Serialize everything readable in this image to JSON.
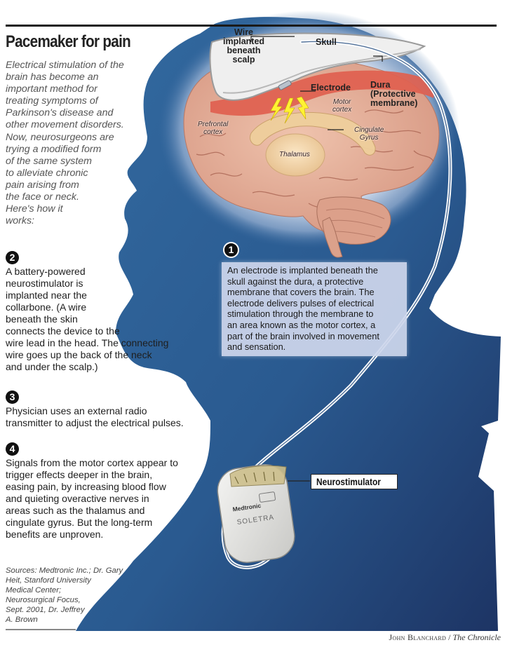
{
  "header": {
    "title": "Pacemaker for pain"
  },
  "intro": {
    "lines": [
      "Electrical stimulation of the",
      "brain has become an",
      "important method for",
      "treating symptoms of",
      "Parkinson's disease and",
      "other movement disorders.",
      "Now, neurosurgeons are",
      "trying a modified form",
      "of the same system",
      "to alleviate chronic",
      "pain arising from",
      "the face or neck.",
      "Here's how it",
      "works:"
    ]
  },
  "steps": [
    {
      "number": "1",
      "lines": [
        "An electrode is implanted beneath the",
        "skull against the dura, a protective",
        "membrane that covers the brain. The",
        "electrode delivers pulses of electrical",
        "stimulation through the membrane to",
        "an area known as the motor cortex, a",
        "part of the brain involved in movement",
        "and sensation."
      ]
    },
    {
      "number": "2",
      "lines": [
        "A battery-powered",
        "neurostimulator is",
        "implanted near the",
        "collarbone. (A wire",
        "beneath the skin",
        "connects the device to the",
        "wire lead in the head. The connecting",
        "wire goes up the back of the neck",
        "and under the scalp.)"
      ]
    },
    {
      "number": "3",
      "lines": [
        "Physician uses an external radio",
        "transmitter to adjust the electrical pulses."
      ]
    },
    {
      "number": "4",
      "lines": [
        "Signals from the motor cortex appear to",
        "trigger effects deeper in the brain,",
        "easing pain, by increasing blood flow",
        "and quieting overactive nerves in",
        "areas such as the thalamus and",
        "cingulate gyrus. But the long-term",
        "benefits are unproven."
      ]
    }
  ],
  "anatomy_labels": {
    "wire": [
      "Wire",
      "implanted",
      "beneath",
      "scalp"
    ],
    "skull": "Skull",
    "electrode": "Electrode",
    "dura": "Dura",
    "dura_sub": [
      "(Protective",
      "membrane)"
    ],
    "motor_cortex": [
      "Motor",
      "cortex"
    ],
    "prefrontal_cortex": [
      "Prefrontal",
      "cortex"
    ],
    "cingulate_gyrus": [
      "Cingulate",
      "Gyrus"
    ],
    "thalamus": "Thalamus"
  },
  "device": {
    "label": "Neurostimulator",
    "brand": "Medtronic",
    "model": "SOLETRA"
  },
  "sources": {
    "lines": [
      "Sources: Medtronic Inc.; Dr. Gary",
      "Heit, Stanford University",
      "Medical Center;",
      "Neurosurgical Focus,",
      "Sept. 2001, Dr. Jeffrey",
      "A. Brown"
    ]
  },
  "credit": {
    "name": "John Blanchard",
    "separator": " / ",
    "publication": "The Chronicle"
  },
  "colors": {
    "silhouette": "#2d5f94",
    "silhouette_dark": "#1f3a68",
    "brain": "#e2a994",
    "dura": "#e05a4a",
    "skull": "#eeeeee",
    "callout_bg": "#ced6ec",
    "bolt": "#ffee33"
  }
}
